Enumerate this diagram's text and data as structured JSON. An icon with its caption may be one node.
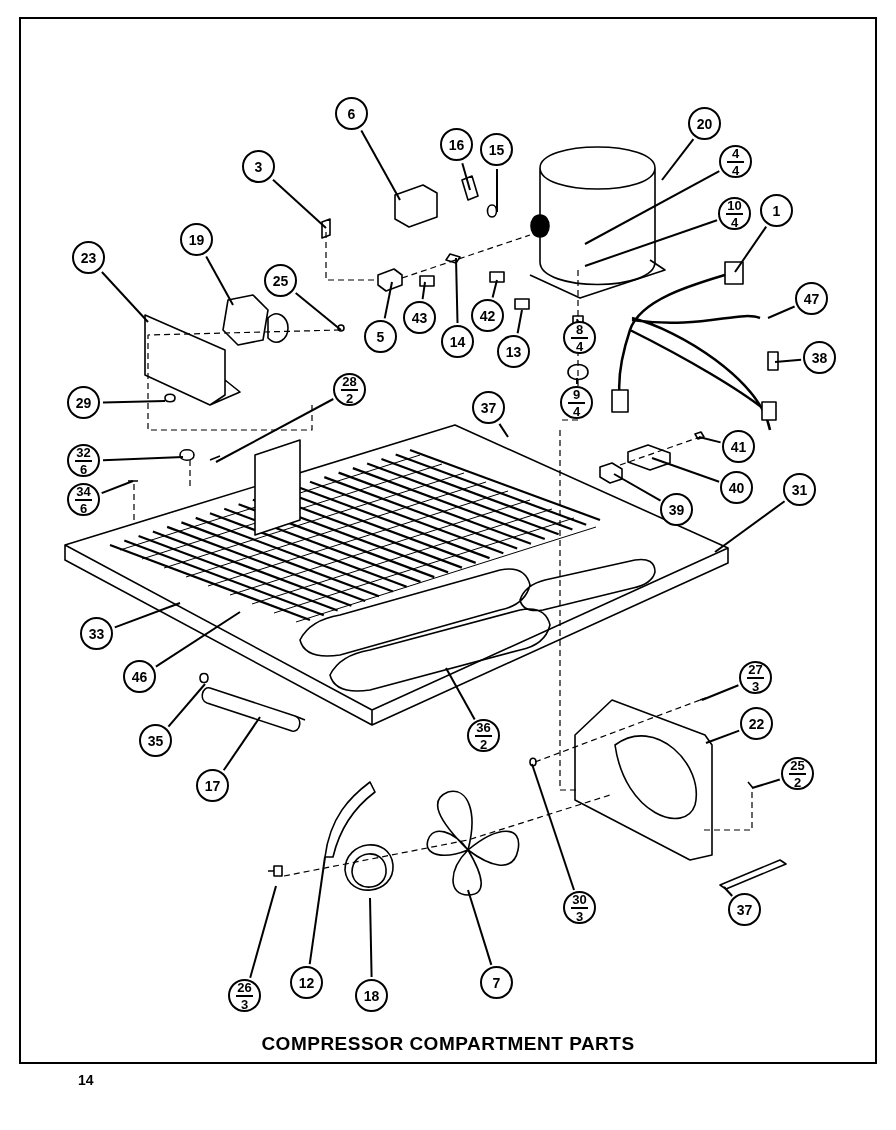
{
  "diagram": {
    "title": "COMPRESSOR COMPARTMENT PARTS",
    "nodes": [
      {
        "text": [
          "6"
        ]
      },
      {
        "text": [
          "16"
        ]
      },
      {
        "text": [
          "15"
        ]
      },
      {
        "text": [
          "20"
        ]
      },
      {
        "text": [
          "4",
          "4"
        ]
      },
      {
        "text": [
          "10",
          "4"
        ]
      },
      {
        "text": [
          "1"
        ]
      },
      {
        "text": [
          "47"
        ]
      },
      {
        "text": [
          "38"
        ]
      },
      {
        "text": [
          "3"
        ]
      },
      {
        "text": [
          "23"
        ]
      },
      {
        "text": [
          "19"
        ]
      },
      {
        "text": [
          "25"
        ]
      },
      {
        "text": [
          "5"
        ]
      },
      {
        "text": [
          "43"
        ]
      },
      {
        "text": [
          "14"
        ]
      },
      {
        "text": [
          "42"
        ]
      },
      {
        "text": [
          "13"
        ]
      },
      {
        "text": [
          "8",
          "4"
        ]
      },
      {
        "text": [
          "9",
          "4"
        ]
      },
      {
        "text": [
          "29"
        ]
      },
      {
        "text": [
          "28",
          "2"
        ]
      },
      {
        "text": [
          "37"
        ]
      },
      {
        "text": [
          "32",
          "6"
        ]
      },
      {
        "text": [
          "34",
          "6"
        ]
      },
      {
        "text": [
          "41"
        ]
      },
      {
        "text": [
          "40"
        ]
      },
      {
        "text": [
          "39"
        ]
      },
      {
        "text": [
          "31"
        ]
      },
      {
        "text": [
          "33"
        ]
      },
      {
        "text": [
          "46"
        ]
      },
      {
        "text": [
          "35"
        ]
      },
      {
        "text": [
          "17"
        ]
      },
      {
        "text": [
          "36",
          "2"
        ]
      },
      {
        "text": [
          "27",
          "3"
        ]
      },
      {
        "text": [
          "22"
        ]
      },
      {
        "text": [
          "25",
          "2"
        ]
      },
      {
        "text": [
          "30",
          "3"
        ]
      },
      {
        "text": [
          "37"
        ]
      },
      {
        "text": [
          "26",
          "3"
        ]
      },
      {
        "text": [
          "12"
        ]
      },
      {
        "text": [
          "18"
        ]
      },
      {
        "text": [
          "7"
        ]
      }
    ],
    "edges": [
      {
        "from": 0,
        "to": null,
        "arrow": "none"
      },
      {
        "from": 1,
        "to": null,
        "arrow": "none"
      },
      {
        "from": 2,
        "to": null,
        "arrow": "none"
      },
      {
        "from": 3,
        "to": null,
        "arrow": "none"
      },
      {
        "from": 4,
        "to": null,
        "arrow": "none"
      },
      {
        "from": 5,
        "to": null,
        "arrow": "none"
      },
      {
        "from": 6,
        "to": null,
        "arrow": "none"
      },
      {
        "from": 7,
        "to": null,
        "arrow": "none"
      },
      {
        "from": 8,
        "to": null,
        "arrow": "none"
      },
      {
        "from": 9,
        "to": null,
        "arrow": "none"
      },
      {
        "from": 10,
        "to": null,
        "arrow": "none"
      },
      {
        "from": 11,
        "to": null,
        "arrow": "none"
      },
      {
        "from": 12,
        "to": null,
        "arrow": "none"
      },
      {
        "from": 13,
        "to": null,
        "arrow": "none"
      },
      {
        "from": 14,
        "to": null,
        "arrow": "none"
      },
      {
        "from": 15,
        "to": null,
        "arrow": "none"
      },
      {
        "from": 16,
        "to": null,
        "arrow": "none"
      },
      {
        "from": 17,
        "to": null,
        "arrow": "none"
      },
      {
        "from": 18,
        "to": null,
        "arrow": "none"
      },
      {
        "from": 19,
        "to": null,
        "arrow": "none"
      },
      {
        "from": 20,
        "to": null,
        "arrow": "none"
      },
      {
        "from": 21,
        "to": null,
        "arrow": "none"
      },
      {
        "from": 22,
        "to": null,
        "arrow": "none"
      },
      {
        "from": 23,
        "to": null,
        "arrow": "none"
      },
      {
        "from": 24,
        "to": null,
        "arrow": "none"
      },
      {
        "from": 25,
        "to": null,
        "arrow": "none"
      },
      {
        "from": 26,
        "to": null,
        "arrow": "none"
      },
      {
        "from": 27,
        "to": null,
        "arrow": "none"
      },
      {
        "from": 28,
        "to": null,
        "arrow": "none"
      },
      {
        "from": 29,
        "to": null,
        "arrow": "none"
      },
      {
        "from": 30,
        "to": null,
        "arrow": "none"
      },
      {
        "from": 31,
        "to": null,
        "arrow": "none"
      },
      {
        "from": 32,
        "to": null,
        "arrow": "none"
      },
      {
        "from": 33,
        "to": null,
        "arrow": "none"
      },
      {
        "from": 34,
        "to": null,
        "arrow": "none"
      },
      {
        "from": 35,
        "to": null,
        "arrow": "none"
      },
      {
        "from": 36,
        "to": null,
        "arrow": "none"
      },
      {
        "from": 37,
        "to": null,
        "arrow": "none"
      },
      {
        "from": 38,
        "to": null,
        "arrow": "none"
      },
      {
        "from": 39,
        "to": null,
        "arrow": "none"
      },
      {
        "from": 40,
        "to": null,
        "arrow": "none"
      },
      {
        "from": 41,
        "to": null,
        "arrow": "none"
      },
      {
        "from": 42,
        "to": null,
        "arrow": "none"
      }
    ],
    "labels": [
      "14"
    ]
  }
}
